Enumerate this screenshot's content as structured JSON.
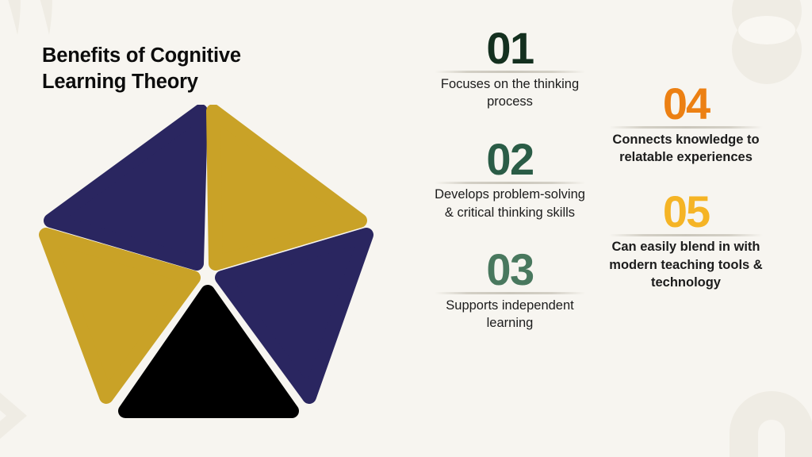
{
  "background_color": "#f7f5f0",
  "header": {
    "title_line1": "Benefits of Cognitive",
    "title_line2": "Learning Theory",
    "title_color": "#0c0c0c"
  },
  "diagram": {
    "name": "pentagon-star-diagram",
    "shape": "pentagon split into five triangular wedges radiating from center",
    "segment_count": 5,
    "segments": [
      {
        "position": "top-left",
        "color": "#2a2660",
        "color_name": "navy"
      },
      {
        "position": "top-right",
        "color": "#c9a227",
        "color_name": "gold"
      },
      {
        "position": "right",
        "color": "#2a2660",
        "color_name": "navy"
      },
      {
        "position": "bottom",
        "color": "#000000",
        "color_name": "black"
      },
      {
        "position": "left",
        "color": "#c9a227",
        "color_name": "gold"
      }
    ]
  },
  "benefits_middle_column": [
    {
      "number": "01",
      "number_color": "#14301f",
      "text": "Focuses on the thinking process"
    },
    {
      "number": "02",
      "number_color": "#2a5c46",
      "text": "Develops problem-solving & critical thinking skills"
    },
    {
      "number": "03",
      "number_color": "#49785e",
      "text": "Supports independent learning"
    }
  ],
  "benefits_right_column": [
    {
      "number": "04",
      "number_color": "#ec8013",
      "text": "Connects knowledge to relatable experiences"
    },
    {
      "number": "05",
      "number_color": "#f5b425",
      "text": "Can easily blend in with modern teaching tools & technology"
    }
  ],
  "decorations": {
    "shape_color": "#efece4",
    "top_left": "petal-shapes",
    "top_right": "overlapping-circles",
    "bottom_right": "arch-shape",
    "bottom_left": "chevron-shape"
  }
}
